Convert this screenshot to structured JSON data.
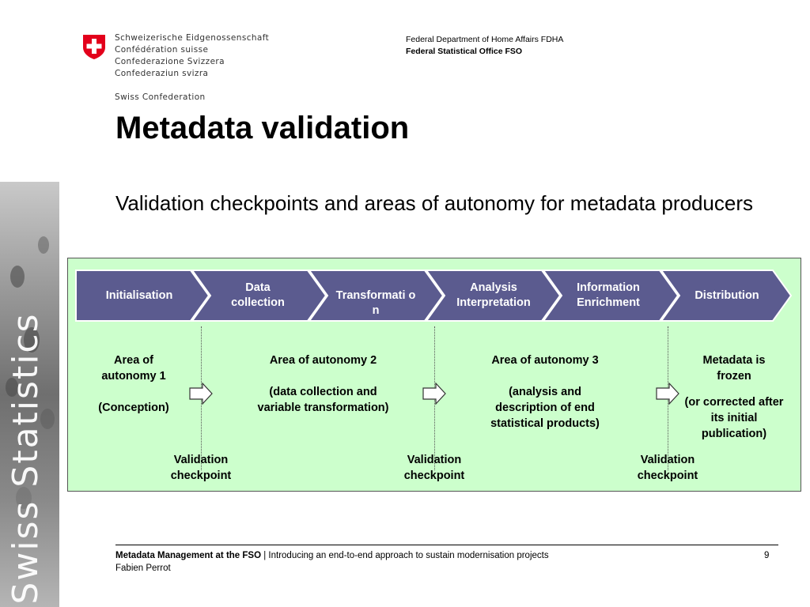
{
  "header": {
    "languages": [
      "Schweizerische Eidgenossenschaft",
      "Confédération suisse",
      "Confederazione Svizzera",
      "Confederaziun svizra"
    ],
    "confederation": "Swiss Confederation",
    "department": "Federal Department of Home Affairs FDHA",
    "office": "Federal Statistical Office FSO"
  },
  "side_band": {
    "text": "Swiss Statistics"
  },
  "slide": {
    "title": "Metadata validation",
    "subtitle": "Validation checkpoints and areas of autonomy for metadata producers"
  },
  "diagram": {
    "steps": [
      {
        "label": "Initialisation"
      },
      {
        "label": "Data collection"
      },
      {
        "label": "Transformati on"
      },
      {
        "label": "Analysis Interpretation"
      },
      {
        "label": "Information Enrichment"
      },
      {
        "label": "Distribution"
      }
    ],
    "areas": [
      {
        "line1": "Area of",
        "line2": "autonomy 1",
        "detail": "(Conception)"
      },
      {
        "heading": "Area of autonomy 2",
        "detail1": "(data collection and",
        "detail2": "variable transformation)"
      },
      {
        "heading": "Area of autonomy 3",
        "detail1": "(analysis and",
        "detail2": "description of end",
        "detail3": "statistical products)"
      },
      {
        "line1": "Metadata is",
        "line2": "frozen",
        "detail1": "(or corrected after",
        "detail2": "its initial",
        "detail3": "publication)"
      }
    ],
    "checkpoints": [
      {
        "line1": "Validation",
        "line2": "checkpoint"
      },
      {
        "line1": "Validation",
        "line2": "checkpoint"
      },
      {
        "line1": "Validation",
        "line2": "checkpoint"
      }
    ],
    "colors": {
      "background": "#ccffcc",
      "step_fill": "#5b5b8f",
      "step_border": "#ffffff"
    }
  },
  "footer": {
    "bold": "Metadata Management at the FSO",
    "rest": " | Introducing an end-to-end approach to sustain modernisation projects",
    "author": "Fabien Perrot",
    "page": "9"
  }
}
